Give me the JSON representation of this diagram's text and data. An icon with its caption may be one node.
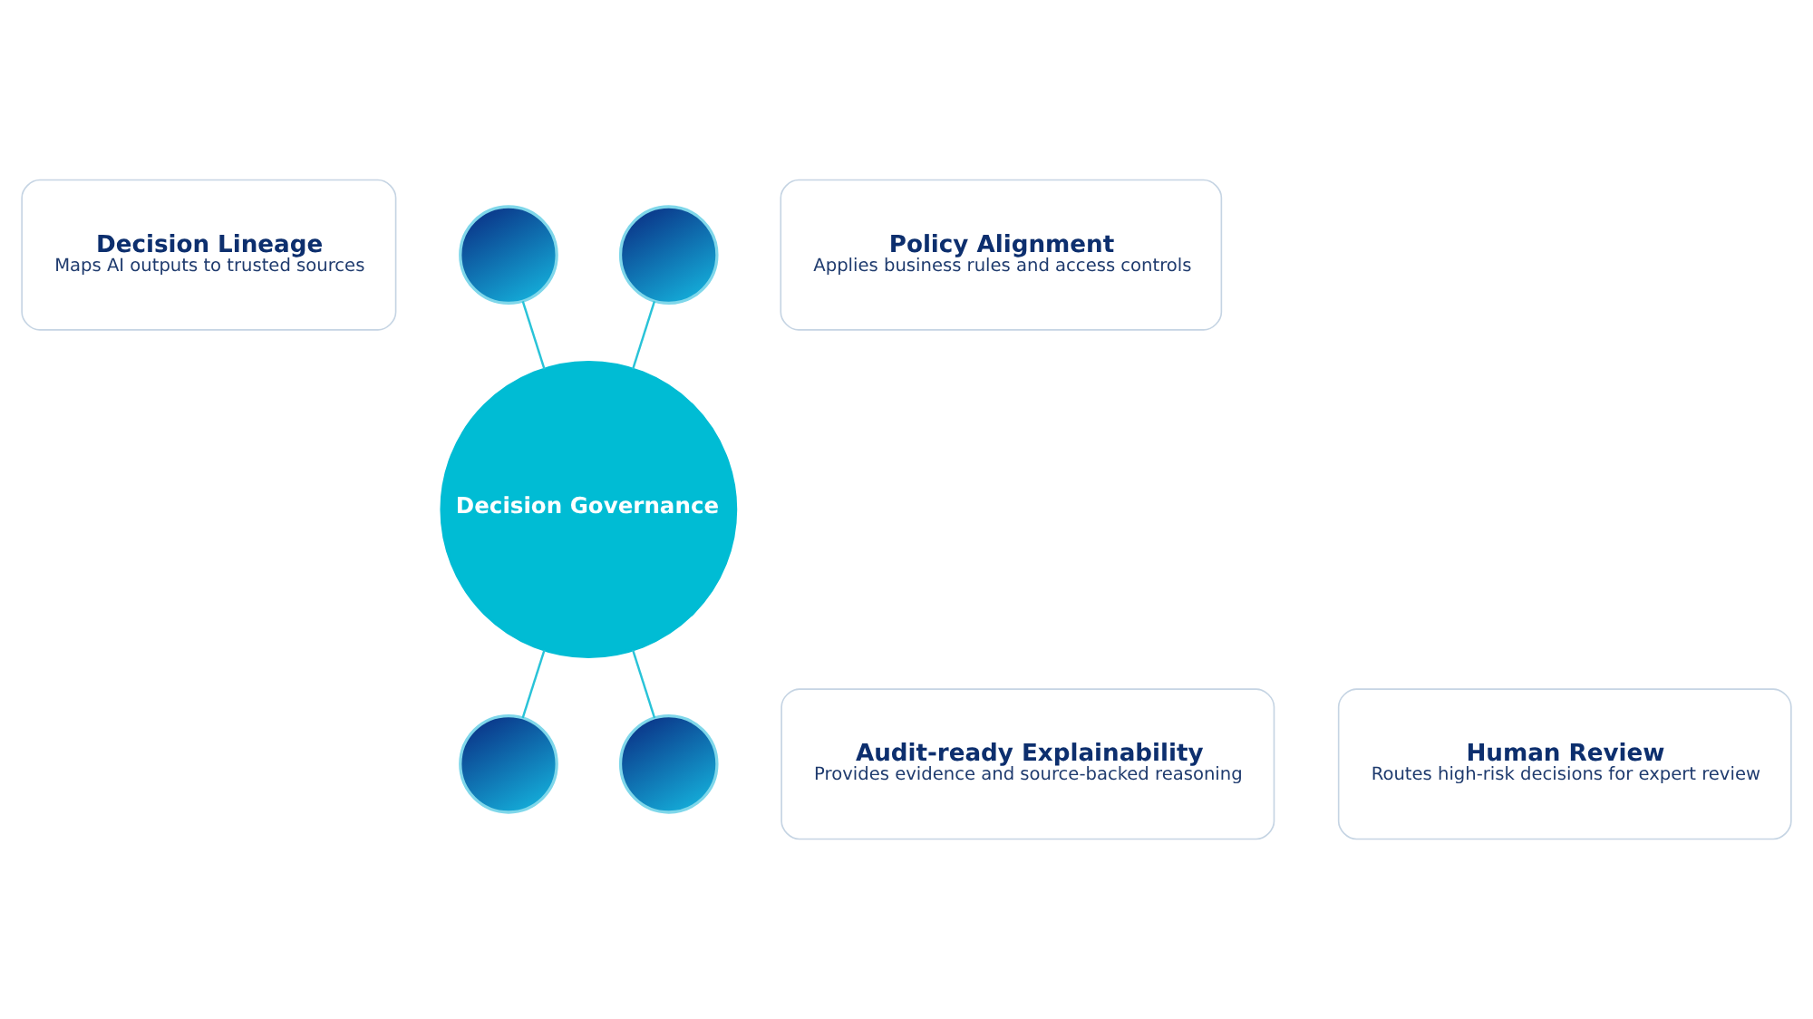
{
  "diagram": {
    "nodes": [
      {
        "text": [
          "Decision Governance"
        ]
      },
      {
        "text": [
          "Decision Lineage",
          "Maps AI outputs to trusted sources"
        ]
      },
      {
        "text": [],
        "shape": "circle"
      },
      {
        "text": [
          "Policy Alignment",
          "Applies business rules and access controls"
        ]
      },
      {
        "text": [],
        "shape": "circle"
      },
      {
        "text": [
          "Audit-ready Explainability",
          "Provides evidence and source-backed reasoning"
        ]
      },
      {
        "text": [],
        "shape": "circle"
      },
      {
        "text": [
          "Human Review",
          "Routes high-risk decisions for expert review"
        ]
      },
      {
        "text": [],
        "shape": "circle"
      }
    ],
    "edges": [
      {
        "from": 2,
        "to": 0,
        "arrow": "none"
      },
      {
        "from": 4,
        "to": 0,
        "arrow": "none"
      },
      {
        "from": 0,
        "to": 6,
        "arrow": "none"
      },
      {
        "from": 0,
        "to": 8,
        "arrow": "none"
      }
    ]
  }
}
